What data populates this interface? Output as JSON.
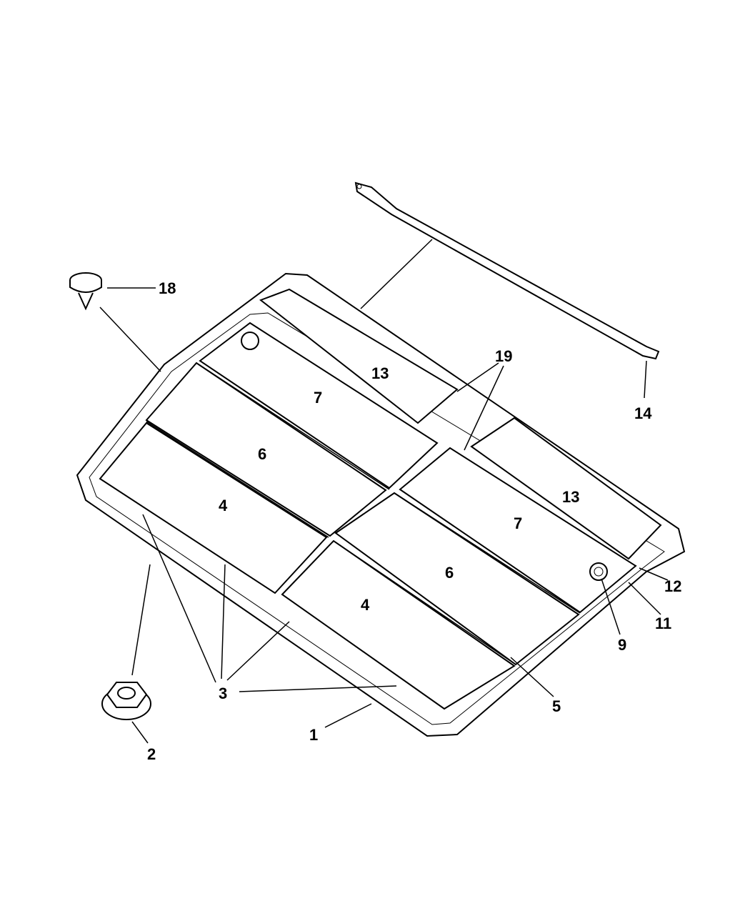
{
  "diagram": {
    "type": "exploded parts diagram",
    "callouts": {
      "c1": "1",
      "c2": "2",
      "c3": "3",
      "c4a": "4",
      "c4b": "4",
      "c5": "5",
      "c6a": "6",
      "c6b": "6",
      "c7a": "7",
      "c7b": "7",
      "c9": "9",
      "c11": "11",
      "c12": "12",
      "c13a": "13",
      "c13b": "13",
      "c14": "14",
      "c18": "18",
      "c19": "19"
    }
  }
}
